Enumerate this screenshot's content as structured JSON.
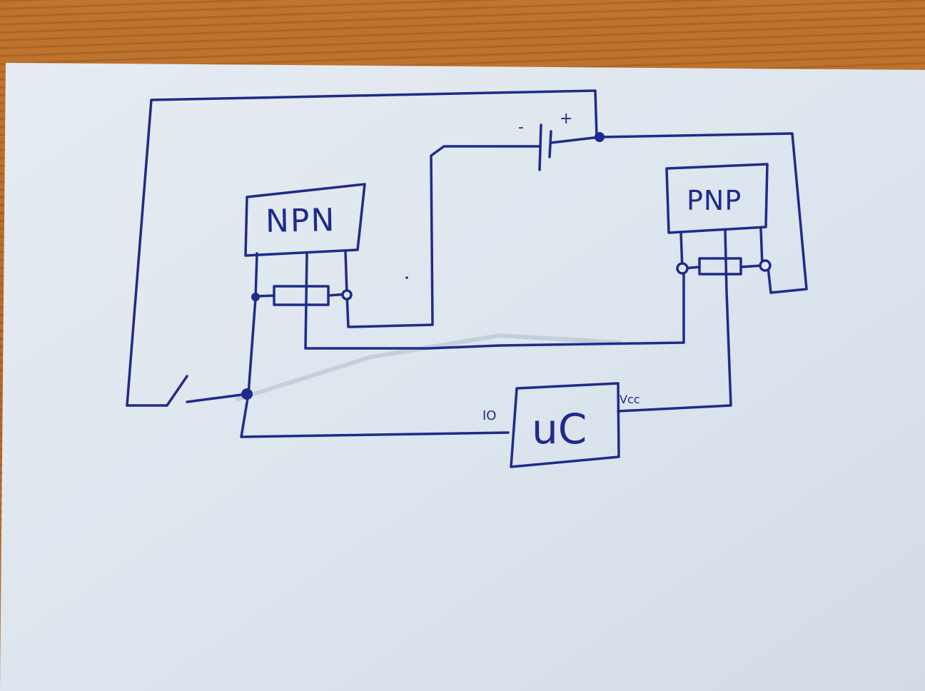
{
  "diagram": {
    "components": {
      "npn": {
        "label": "NPN"
      },
      "pnp": {
        "label": "PNP"
      },
      "microcontroller": {
        "label": "uC",
        "pin_io": "IO",
        "pin_vcc": "Vcc"
      },
      "battery": {
        "minus": "-",
        "plus": "+"
      }
    },
    "ink_color": "#1f2b8a",
    "paper_color": "#dfe6ee"
  }
}
